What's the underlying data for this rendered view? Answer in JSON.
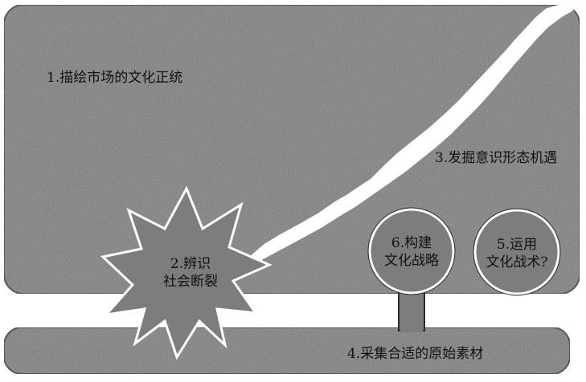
{
  "colors": {
    "background": "#ffffff",
    "panel_fill": "#7d7d7d",
    "outline": "#2a2a2a",
    "crack_fill": "#ffffff",
    "text": "#111111"
  },
  "labels": {
    "step1": "1.描绘市场的文化正统",
    "step2_line1": "2.辨识",
    "step2_line2": "社会断裂",
    "step3": "3.发掘意识形态机遇",
    "step4": "4.采集合适的原始素材",
    "step5_line1": "5.运用",
    "step5_line2": "文化战术?",
    "step6_line1": "6.构建",
    "step6_line2": "文化战略"
  },
  "shapes": {
    "upper_panel": "rounded-rectangle",
    "lower_bar": "rounded-bar",
    "crack": "jagged-diagonal-rift",
    "burst": "starburst",
    "circle_left": "circle-on-stem",
    "circle_right": "circle"
  }
}
